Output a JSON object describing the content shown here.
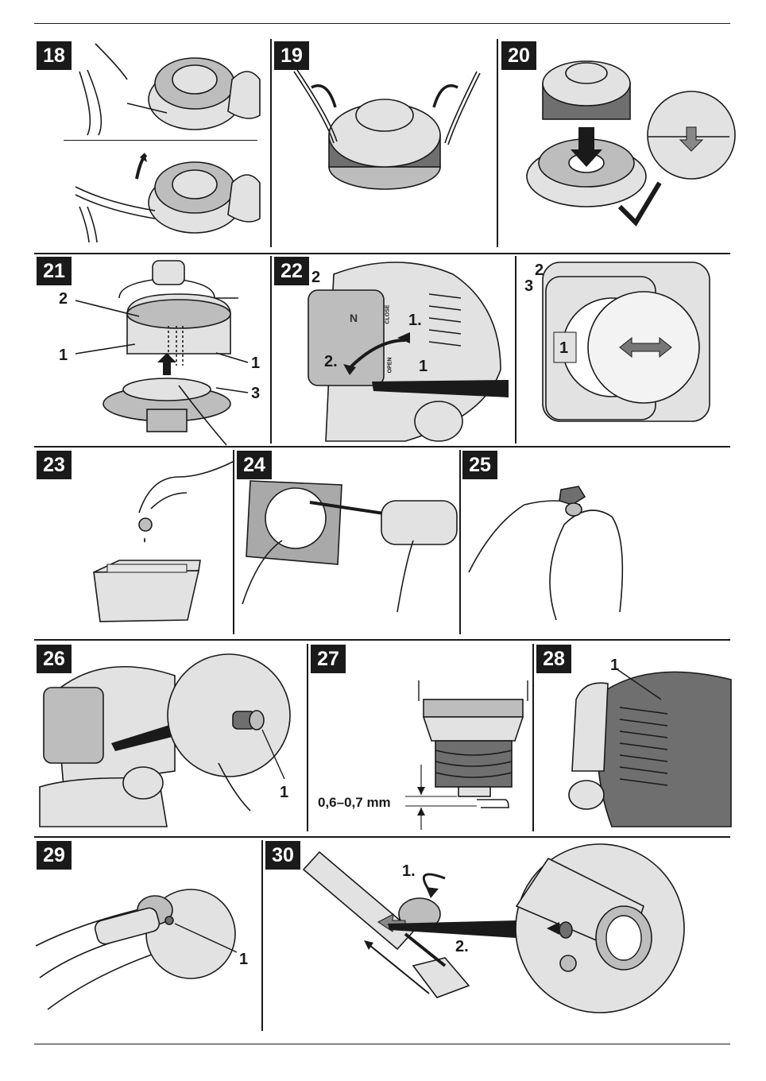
{
  "figures": [
    {
      "num": "18"
    },
    {
      "num": "19"
    },
    {
      "num": "20"
    },
    {
      "num": "21",
      "labels": {
        "a": "2",
        "b": "1",
        "c": "1",
        "d": "3"
      }
    },
    {
      "num": "22",
      "labels": {
        "a": "2",
        "step1": "1.",
        "step2": "2.",
        "b": "1",
        "c": "2",
        "d": "3",
        "e": "1",
        "close": "CLOSE",
        "open": "OPEN"
      }
    },
    {
      "num": "23"
    },
    {
      "num": "24"
    },
    {
      "num": "25"
    },
    {
      "num": "26",
      "labels": {
        "a": "1"
      }
    },
    {
      "num": "27",
      "labels": {
        "gap": "0,6–0,7 mm"
      }
    },
    {
      "num": "28",
      "labels": {
        "a": "1"
      }
    },
    {
      "num": "29",
      "labels": {
        "a": "1"
      }
    },
    {
      "num": "30",
      "labels": {
        "step1": "1.",
        "step2": "2."
      }
    }
  ]
}
